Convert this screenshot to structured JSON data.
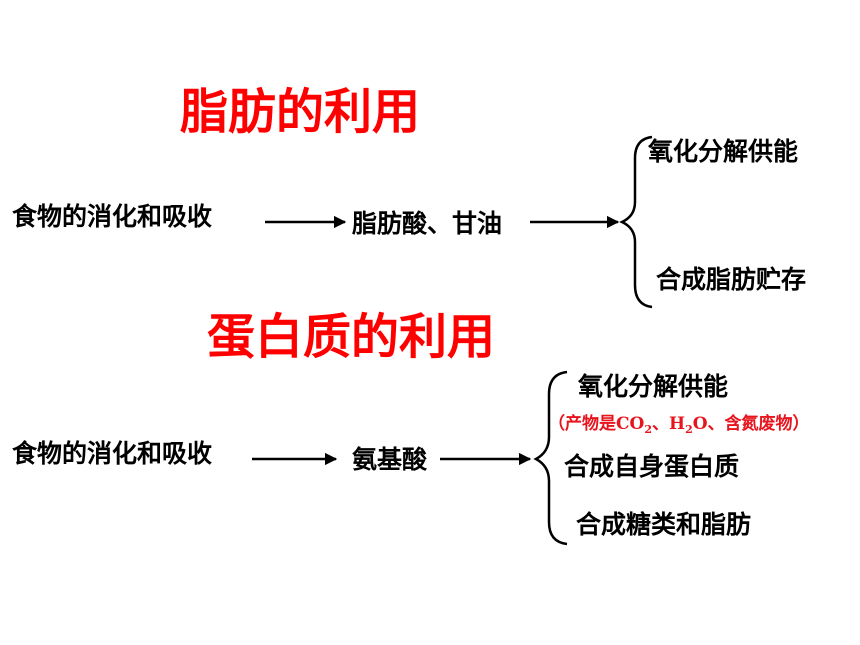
{
  "fat": {
    "title": "脂肪的利用",
    "source": "食物的消化和吸收",
    "product": "脂肪酸、甘油",
    "outcomes": [
      "氧化分解供能",
      "合成脂肪贮存"
    ]
  },
  "protein": {
    "title": "蛋白质的利用",
    "source": "食物的消化和吸收",
    "product": "氨基酸",
    "outcomes": [
      "氧化分解供能",
      "合成自身蛋白质",
      "合成糖类和脂肪"
    ],
    "note": {
      "open": "（产物是CO",
      "sub1": "2",
      "mid1": "、H",
      "sub2": "2",
      "mid2": "O、含氮废物）"
    }
  },
  "colors": {
    "title": "#ff0000",
    "note": "#e8141d",
    "text": "#000000"
  }
}
